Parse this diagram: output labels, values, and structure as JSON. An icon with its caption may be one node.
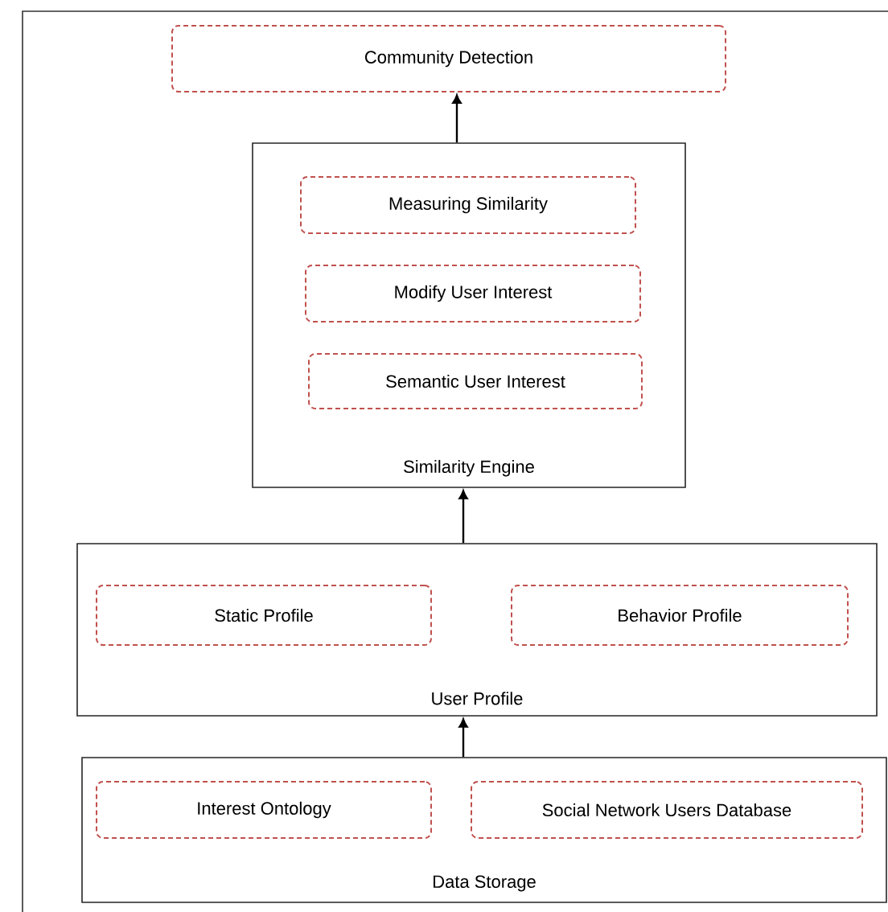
{
  "diagram": {
    "nodes": [
      {
        "text": [
          "Community Detection"
        ]
      },
      {
        "text": [
          "Similarity Engine"
        ]
      },
      {
        "text": [
          "Measuring Similarity"
        ],
        "in": 1
      },
      {
        "text": [
          "Modify User Interest"
        ],
        "in": 1
      },
      {
        "text": [
          "Semantic User Interest"
        ],
        "in": 1
      },
      {
        "text": [
          "User Profile"
        ]
      },
      {
        "text": [
          "Static Profile"
        ],
        "in": 5
      },
      {
        "text": [
          "Behavior Profile"
        ],
        "in": 5
      },
      {
        "text": [
          "Data Storage"
        ]
      },
      {
        "text": [
          "Interest Ontology"
        ],
        "in": 8
      },
      {
        "text": [
          "Social Network Users Database"
        ],
        "in": 8
      }
    ],
    "edges": [
      {
        "from": 1,
        "to": 0,
        "arrow": "to"
      },
      {
        "from": 5,
        "to": 1,
        "arrow": "to"
      },
      {
        "from": 8,
        "to": 5,
        "arrow": "to"
      }
    ]
  }
}
